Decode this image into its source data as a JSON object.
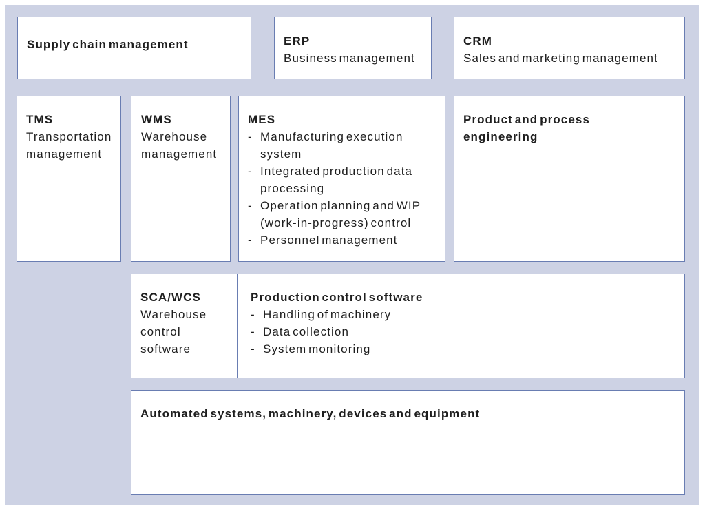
{
  "ui": {
    "list_marker": "-"
  },
  "palette": {
    "page_background": "#ffffff",
    "panel_background": "#cdd2e4",
    "box_border": "#697db2",
    "box_background": "#ffffff",
    "text_color": "#1e1e1e"
  },
  "diagram": {
    "boxes": {
      "scm": {
        "title": "Supply chain management"
      },
      "erp": {
        "title": "ERP",
        "subtitle": "Business management"
      },
      "crm": {
        "title": "CRM",
        "subtitle": "Sales and marketing management"
      },
      "tms": {
        "title": "TMS",
        "subtitle": "Transportation management"
      },
      "wms": {
        "title": "WMS",
        "subtitle": "Warehouse management"
      },
      "mes": {
        "title": "MES",
        "items": [
          "Manufacturing execution system",
          "Integrated production data processing",
          "Operation planning and WIP (work-in-progress) control",
          "Personnel management"
        ]
      },
      "ppe": {
        "title": "Product and process engineering"
      },
      "sca_wcs": {
        "title": "SCA/WCS",
        "subtitle": "Warehouse control software"
      },
      "pcs": {
        "title": "Production control software",
        "items": [
          "Handling of machinery",
          "Data collection",
          "System monitoring"
        ]
      },
      "automated": {
        "title": "Automated systems, machinery, devices and equipment"
      }
    }
  }
}
